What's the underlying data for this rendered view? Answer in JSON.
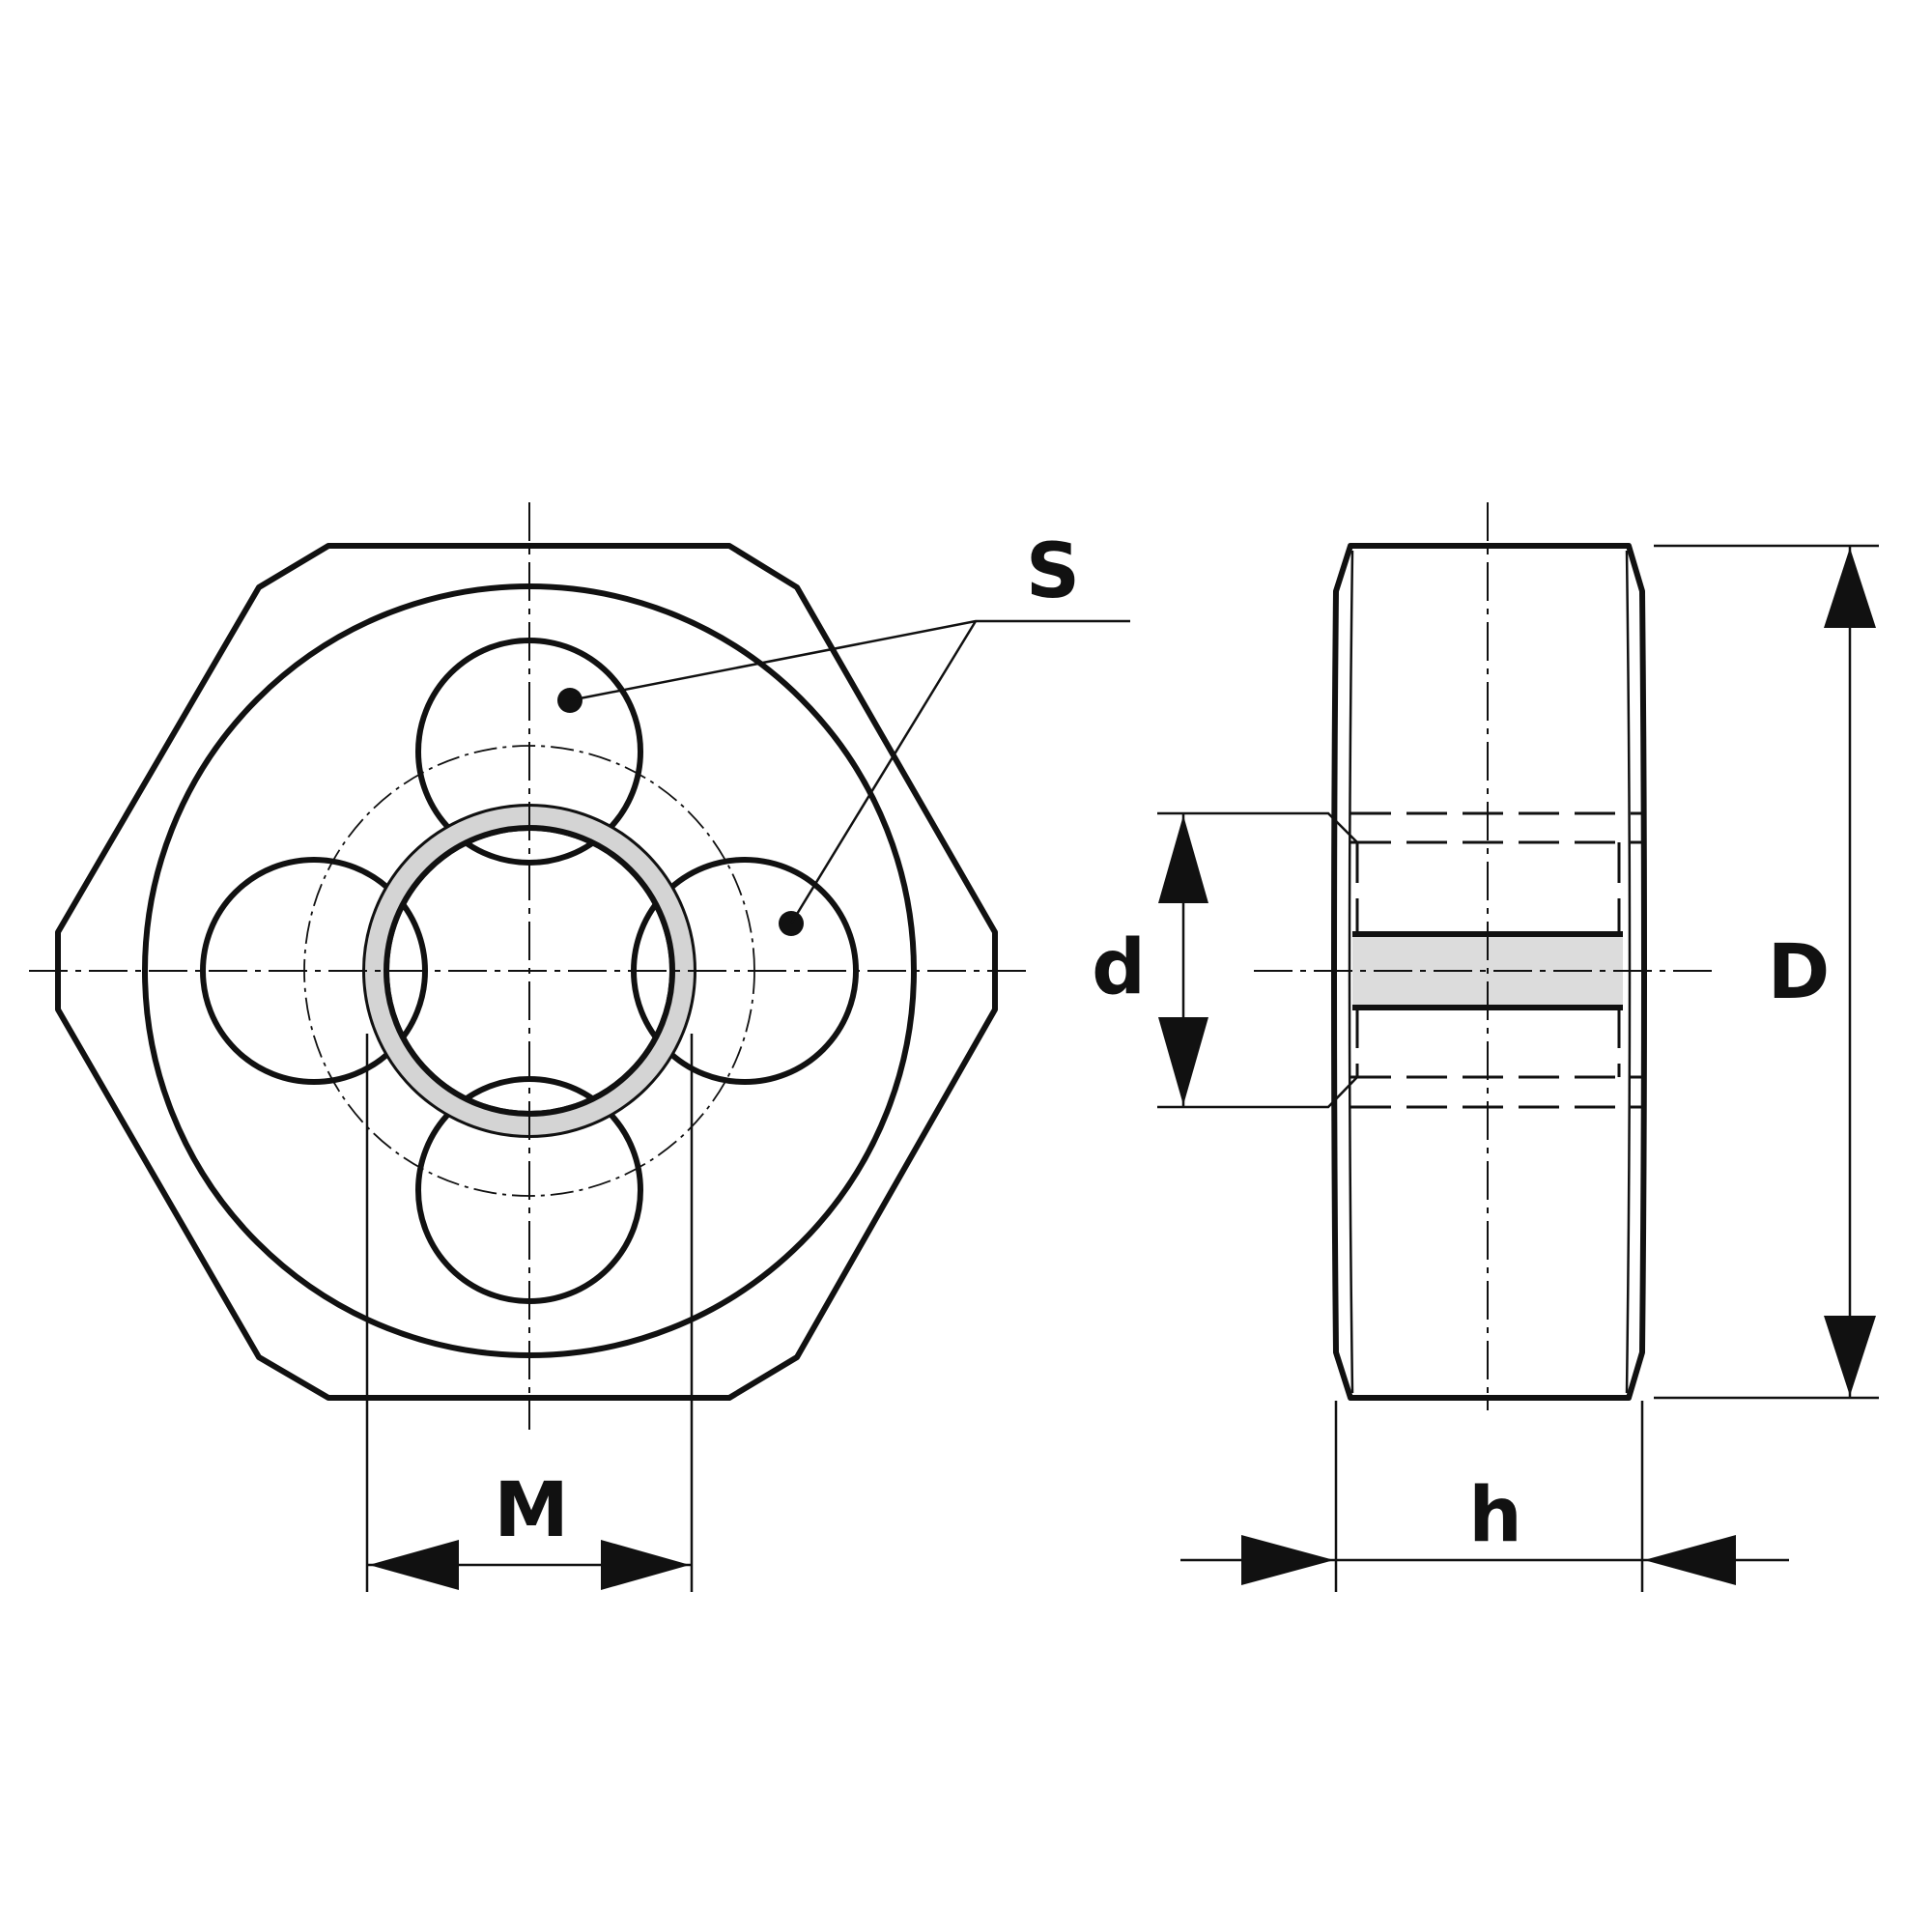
{
  "labels": {
    "S": "S",
    "M": "M",
    "d": "d",
    "D": "D",
    "h": "h"
  },
  "colors": {
    "body_fill_light": "#f0f0f0",
    "body_fill_dark": "#8e8e8e",
    "line": "#111111",
    "background": "#ffffff"
  }
}
